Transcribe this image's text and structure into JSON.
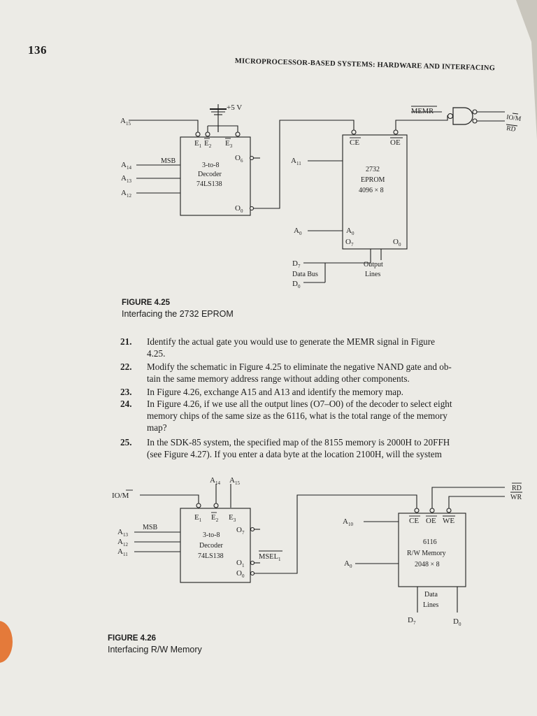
{
  "page_number": "136",
  "running_header": "MICROPROCESSOR-BASED SYSTEMS: HARDWARE AND INTERFACING",
  "figure_425": {
    "caption_label": "FIGURE 4.25",
    "caption_text": "Interfacing the 2732 EPROM",
    "a15": "A",
    "a15_sub": "15",
    "a14": "A",
    "a14_sub": "14",
    "a13": "A",
    "a13_sub": "13",
    "a12": "A",
    "a12_sub": "12",
    "msb": "MSB",
    "plus5v": "+5 V",
    "e1": "E",
    "e1_sub": "1",
    "e2": "E",
    "e2_sub": "2",
    "e3": "E",
    "e3_sub": "3",
    "o6": "O",
    "o6_sub": "6",
    "o0": "O",
    "o0_sub": "0",
    "decoder_line1": "3-to-8",
    "decoder_line2": "Decoder",
    "decoder_line3": "74LS138",
    "a11": "A",
    "a11_sub": "11",
    "a0_left": "A",
    "a0_left_sub": "0",
    "a0_inside": "A",
    "a0_inside_sub": "0",
    "ce": "CE",
    "oe": "OE",
    "memr": "MEMR",
    "iom": "IO/M",
    "rd": "RD",
    "eprom_line1": "2732",
    "eprom_line2": "EPROM",
    "eprom_line3": "4096 × 8",
    "o7": "O",
    "o7_sub": "7",
    "o0_eprom": "O",
    "o0_eprom_sub": "0",
    "d7": "D",
    "d7_sub": "7",
    "data_bus": "Data Bus",
    "d0": "D",
    "d0_sub": "0",
    "output_line1": "Output",
    "output_line2": "Lines"
  },
  "questions": [
    {
      "num": "21.",
      "line1": "Identify the actual gate you would use to generate the MEMR signal in Figure",
      "line2": "4.25."
    },
    {
      "num": "22.",
      "line1": "Modify the schematic in Figure 4.25 to eliminate the negative NAND gate and ob-",
      "line2": "tain the same memory address range without adding other components."
    },
    {
      "num": "23.",
      "line1": "In Figure 4.26, exchange A15 and A13 and identify the memory map."
    },
    {
      "num": "24.",
      "line1": "In Figure 4.26, if we use all the output lines (O7–O0) of the decoder to select eight",
      "line2": "memory chips of the same size as the 6116, what is the total range of the memory",
      "line3": "map?"
    },
    {
      "num": "25.",
      "line1": "In the SDK-85 system, the specified map of the 8155 memory is 2000H to 20FFH",
      "line2": "(see Figure 4.27). If you enter a data byte at the location 2100H, will the system"
    }
  ],
  "figure_426": {
    "caption_label": "FIGURE 4.26",
    "caption_text": "Interfacing R/W Memory",
    "a14": "A",
    "a14_sub": "14",
    "a15": "A",
    "a15_sub": "15",
    "iom": "IO/M",
    "e1": "E",
    "e1_sub": "1",
    "e2": "E",
    "e2_sub": "2",
    "e3": "E",
    "e3_sub": "3",
    "o7": "O",
    "o7_sub": "7",
    "o1": "O",
    "o1_sub": "1",
    "o0": "O",
    "o0_sub": "0",
    "msb": "MSB",
    "a13": "A",
    "a13_sub": "13",
    "a12": "A",
    "a12_sub": "12",
    "a11": "A",
    "a11_sub": "11",
    "decoder_line1": "3-to-8",
    "decoder_line2": "Decoder",
    "decoder_line3": "74LS138",
    "msel": "MSEL",
    "msel_sub": "1",
    "a10": "A",
    "a10_sub": "10",
    "a0": "A",
    "a0_sub": "0",
    "rd": "RD",
    "wr": "WR",
    "ce": "CE",
    "oe": "OE",
    "we": "WE",
    "mem_line1": "6116",
    "mem_line2": "R/W Memory",
    "mem_line3": "2048 × 8",
    "data_line1": "Data",
    "data_line2": "Lines",
    "d7": "D",
    "d7_sub": "7",
    "d0": "D",
    "d0_sub": "0"
  }
}
